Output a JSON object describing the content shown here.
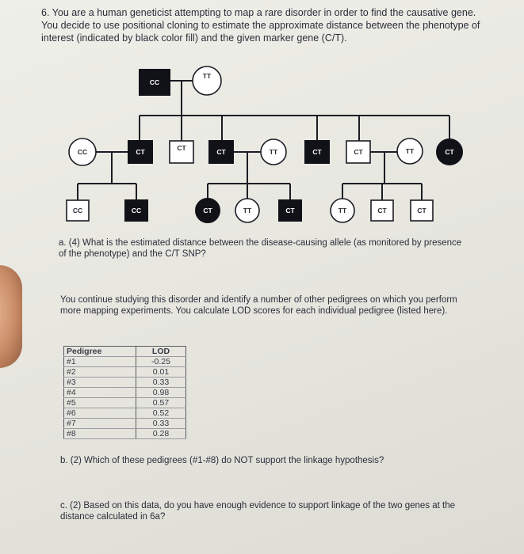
{
  "question_intro": "6. You are a human geneticist attempting to map a rare disorder in order to find the causative gene. You decide to use positional cloning to estimate the approximate distance between the phenotype of interest (indicated by black color fill) and the given marker gene (C/T).",
  "pedigree": {
    "gen1": [
      {
        "genotype": "CC",
        "shape": "square",
        "affected": true
      },
      {
        "genotype": "TT",
        "shape": "circle",
        "affected": false
      }
    ],
    "gen2": [
      {
        "genotype": "CC",
        "shape": "circle",
        "affected": false
      },
      {
        "genotype": "CT",
        "shape": "square",
        "affected": true
      },
      {
        "genotype": "CT",
        "shape": "square",
        "affected": false
      },
      {
        "genotype": "CT",
        "shape": "square",
        "affected": true
      },
      {
        "genotype": "TT",
        "shape": "circle",
        "affected": false
      },
      {
        "genotype": "CT",
        "shape": "square",
        "affected": true
      },
      {
        "genotype": "CT",
        "shape": "square",
        "affected": false
      },
      {
        "genotype": "TT",
        "shape": "circle",
        "affected": false
      },
      {
        "genotype": "CT",
        "shape": "circle",
        "affected": true
      }
    ],
    "gen3": [
      {
        "genotype": "CC",
        "shape": "square",
        "affected": false
      },
      {
        "genotype": "CC",
        "shape": "square",
        "affected": true
      },
      {
        "genotype": "CT",
        "shape": "circle",
        "affected": true
      },
      {
        "genotype": "TT",
        "shape": "circle",
        "affected": false
      },
      {
        "genotype": "CT",
        "shape": "square",
        "affected": true
      },
      {
        "genotype": "TT",
        "shape": "circle",
        "affected": false
      },
      {
        "genotype": "CT",
        "shape": "square",
        "affected": false
      },
      {
        "genotype": "CT",
        "shape": "square",
        "affected": false
      }
    ]
  },
  "part_a": "a. (4) What is the estimated distance between the disease-causing allele (as monitored by presence of the phenotype) and the C/T SNP?",
  "continue_text": "You continue studying this disorder and identify a number of other pedigrees on which you perform more mapping experiments. You calculate LOD scores for each individual pedigree (listed here).",
  "table": {
    "headers": [
      "Pedigree",
      "LOD"
    ],
    "rows": [
      [
        "#1",
        "-0.25"
      ],
      [
        "#2",
        "0.01"
      ],
      [
        "#3",
        "0.33"
      ],
      [
        "#4",
        "0.98"
      ],
      [
        "#5",
        "0.57"
      ],
      [
        "#6",
        "0.52"
      ],
      [
        "#7",
        "0.33"
      ],
      [
        "#8",
        "0.28"
      ]
    ]
  },
  "part_b": "b. (2) Which of these pedigrees (#1-#8) do NOT support the linkage hypothesis?",
  "part_c": "c. (2) Based on this data, do you have enough evidence to support linkage of the two genes at the distance calculated in 6a?"
}
